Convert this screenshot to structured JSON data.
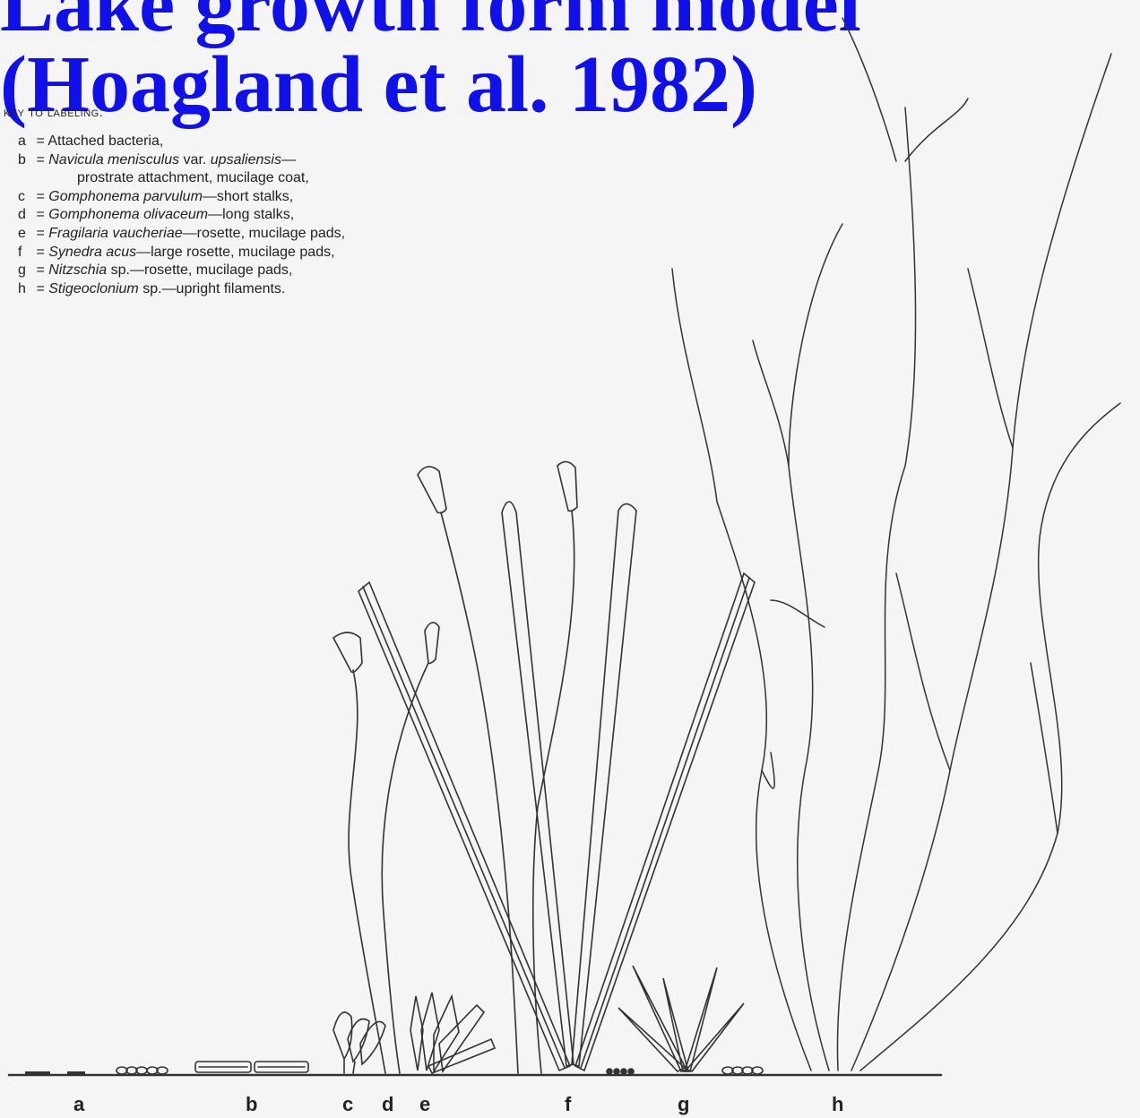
{
  "title": {
    "line1": "Lake growth form model",
    "line2": "(Hoagland et al. 1982)"
  },
  "key": {
    "heading": "KEY TO LABELING:",
    "items": [
      {
        "letter": "a",
        "eq": "=",
        "text": "Attached bacteria,",
        "italic": "",
        "rest": ""
      },
      {
        "letter": "b",
        "eq": "=",
        "italic": "Navicula menisculus",
        "text": " var. ",
        "italic2": "upsaliensis",
        "rest": "—"
      },
      {
        "letter": "",
        "eq": "",
        "text": "prostrate attachment, mucilage coat,"
      },
      {
        "letter": "c",
        "eq": "=",
        "italic": "Gomphonema parvulum",
        "rest": "—short stalks,"
      },
      {
        "letter": "d",
        "eq": "=",
        "italic": "Gomphonema olivaceum",
        "rest": "—long stalks,"
      },
      {
        "letter": "e",
        "eq": "=",
        "italic": "Fragilaria vaucheriae",
        "rest": "—rosette, mucilage pads,"
      },
      {
        "letter": "f",
        "eq": "=",
        "italic": "Synedra acus",
        "rest": "—large rosette, mucilage pads,"
      },
      {
        "letter": "g",
        "eq": "=",
        "italic": "Nitzschia",
        "rest": " sp.—rosette, mucilage pads,"
      },
      {
        "letter": "h",
        "eq": "=",
        "italic": "Stigeoclonium",
        "rest": " sp.—upright filaments."
      }
    ]
  },
  "axis_labels": [
    "a",
    "b",
    "c",
    "d",
    "e",
    "f",
    "g",
    "h"
  ],
  "colors": {
    "title": "#1010e8",
    "ink": "#222222",
    "background": "#f5f5f5"
  }
}
